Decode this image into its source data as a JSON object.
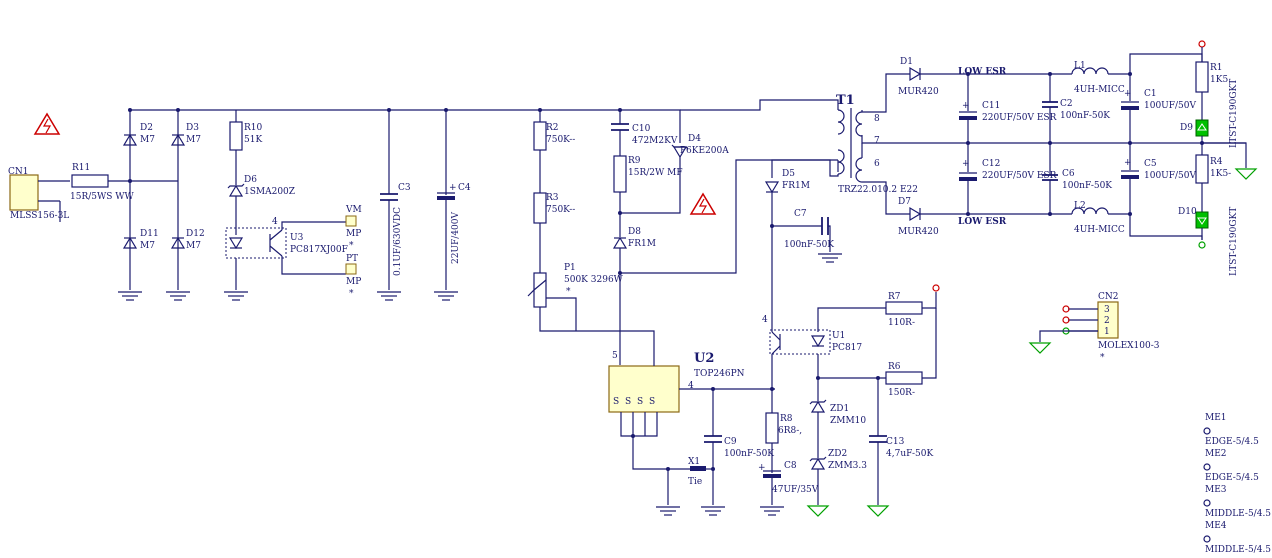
{
  "labels": {
    "cn1": "CN1",
    "cn1_part": "MLSS156-3L",
    "r11": "R11",
    "r11_val": "15R/5WS WW",
    "d2": "D2",
    "d2_val": "M7",
    "d3": "D3",
    "d3_val": "M7",
    "d11": "D11",
    "d11_val": "M7",
    "d12": "D12",
    "d12_val": "M7",
    "r10": "R10",
    "r10_val": "51K",
    "d6": "D6",
    "d6_val": "1SMA200Z",
    "u3": "U3",
    "u3_val": "PC817XJ00F",
    "vm": "VM",
    "vm_mp": "MP",
    "pt": "PT",
    "pt_mp": "MP",
    "c3": "C3",
    "c3_val": "0.1UF/630VDC",
    "c4": "C4",
    "c4_val": "22UF/400V",
    "r2": "R2",
    "r2_val": "750K--",
    "r3": "R3",
    "r3_val": "750K--",
    "p1": "P1",
    "p1_val": "500K 3296W",
    "c10": "C10",
    "c10_val": "472M2KV",
    "d4": "D4",
    "d4_val": "P6KE200A",
    "r9": "R9",
    "r9_val": "15R/2W MF",
    "d8": "D8",
    "d8_val": "FR1M",
    "u2": "U2",
    "u2_val": "TOP246PN",
    "x1": "X1",
    "x1_val": "Tie",
    "c9": "C9",
    "c9_val": "100nF-50K",
    "t1": "T1",
    "t1_val": "TRZ22.010.2 E22",
    "d5": "D5",
    "d5_val": "FR1M",
    "c7": "C7",
    "c7_val": "100nF-50K",
    "u1": "U1",
    "u1_val": "PC817",
    "r7": "R7",
    "r7_val": "110R-",
    "r6": "R6",
    "r6_val": "150R-",
    "r8": "R8",
    "r8_val": "6R8-,",
    "c8": "C8",
    "c8_val": "47UF/35V",
    "zd1": "ZD1",
    "zd1_val": "ZMM10",
    "zd2": "ZD2",
    "zd2_val": "ZMM3.3",
    "c13": "C13",
    "c13_val": "4,7uF-50K",
    "d1": "D1",
    "d1_val": "MUR420",
    "d7": "D7",
    "d7_val": "MUR420",
    "low_esr_1": "LOW ESR",
    "low_esr_2": "LOW ESR",
    "c11": "C11",
    "c11_val": "220UF/50V ESR",
    "c12": "C12",
    "c12_val": "220UF/50V ESR",
    "c2": "C2",
    "c2_val": "100nF-50K",
    "c6": "C6",
    "c6_val": "100nF-50K",
    "l1": "L1",
    "l1_val": "4UH-MICC",
    "l2": "L2",
    "l2_val": "4UH-MICC",
    "c1": "C1",
    "c1_val": "100UF/50V",
    "c5": "C5",
    "c5_val": "100UF/50V",
    "r1": "R1",
    "r1_val": "1K5",
    "r4": "R4",
    "r4_val": "1K5-",
    "d9": "D9",
    "d9_val": "LTST-C190GKT",
    "d10": "D10",
    "d10_val": "LTST-C190GKT",
    "cn2": "CN2",
    "cn2_val": "MOLEX100-3",
    "cn2_p3": "3",
    "cn2_p2": "2",
    "cn2_p1": "1",
    "me1": "ME1",
    "me1_val": "EDGE-5/4.5",
    "me2": "ME2",
    "me2_val": "EDGE-5/4.5",
    "me3": "ME3",
    "me3_val": "MIDDLE-5/4.5",
    "me4": "ME4",
    "me4_val": "MIDDLE-5/4.5",
    "star": "*",
    "pin_4a": "4",
    "pin_4b": "4",
    "pin_4c": "4",
    "pin_5": "5",
    "pin_8": "8",
    "pin_7": "7",
    "pin_6": "6",
    "pin_s": "S"
  },
  "colors": {
    "wire": "#1a1a6e",
    "warning": "#cc0000",
    "led": "#00a000",
    "component_fill": "#ffffcc",
    "cap_fill": "#1a1a6e"
  }
}
